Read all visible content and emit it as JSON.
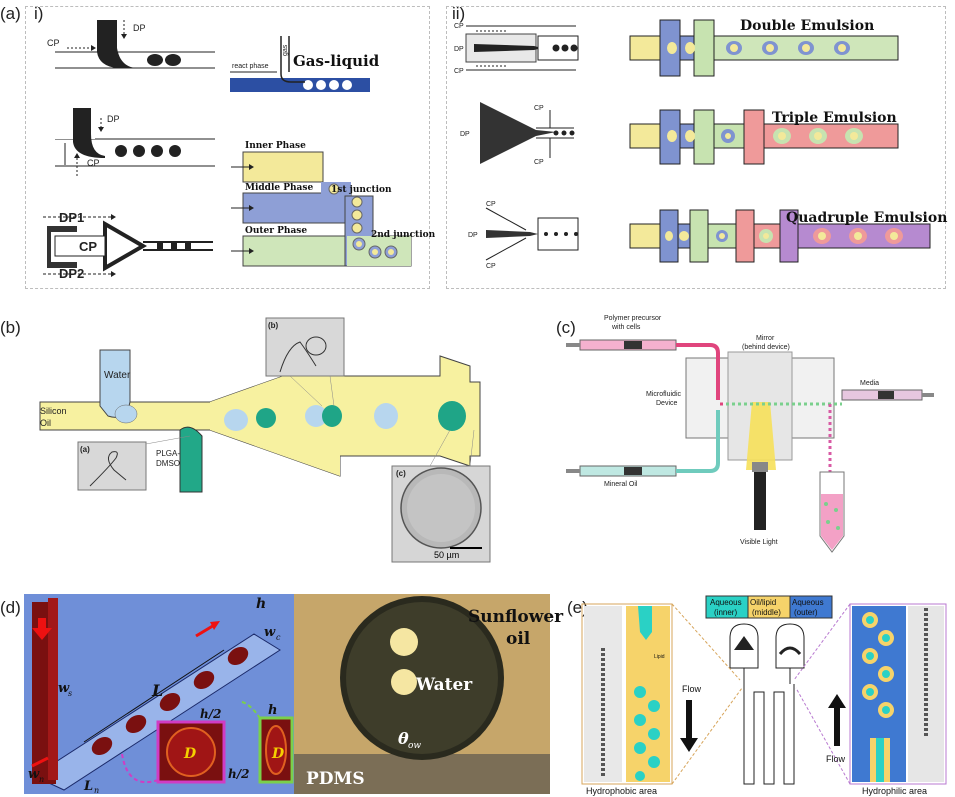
{
  "panel_a": {
    "label": "(a)",
    "sub_i": "i)",
    "sub_ii": "ii)",
    "i": {
      "cp": "CP",
      "dp": "DP",
      "dp1": "DP1",
      "dp2": "DP2",
      "gas_liquid": "Gas-liquid",
      "react_phase": "react phase",
      "gas": "gas",
      "inner_phase": "Inner Phase",
      "middle_phase": "Middle Phase",
      "outer_phase": "Outer Phase",
      "junction1": "1st junction",
      "junction2": "2nd junction"
    },
    "ii": {
      "cp": "CP",
      "dp": "DP",
      "double": "Double Emulsion",
      "triple": "Triple Emulsion",
      "quadruple": "Quadruple Emulsion"
    }
  },
  "panel_b": {
    "label": "(b)",
    "water": "Water",
    "silicon_oil_1": "Silicon",
    "silicon_oil_2": "Oil",
    "plga_1": "PLGA-",
    "plga_2": "DMSO",
    "inset_a": "(a)",
    "inset_b": "(b)",
    "inset_c": "(c)",
    "scale": "50 µm"
  },
  "panel_c": {
    "label": "(c)",
    "polymer_1": "Polymer precursor",
    "polymer_2": "with cells",
    "mirror_1": "Mirror",
    "mirror_2": "(behind device)",
    "device_1": "Microfluidic",
    "device_2": "Device",
    "media": "Media",
    "mineral_oil": "Mineral Oil",
    "visible_light": "Visible Light"
  },
  "panel_d": {
    "label": "(d)",
    "h": "h",
    "wc": "w",
    "wc_sub": "c",
    "ws": "w",
    "ws_sub": "s",
    "L": "L",
    "h2": "h/2",
    "D": "D",
    "wn": "w",
    "wn_sub": "n",
    "Ln": "L",
    "Ln_sub": "n",
    "sunflower_1": "Sunflower",
    "sunflower_2": "oil",
    "water": "Water",
    "theta": "θ",
    "theta_sub": "ow",
    "pdms": "PDMS"
  },
  "panel_e": {
    "label": "(e)",
    "aq_inner_1": "Aqueous",
    "aq_inner_2": "(inner)",
    "oil_1": "Oil/lipid",
    "oil_2": "(middle)",
    "aq_outer_1": "Aqueous",
    "aq_outer_2": "(outer)",
    "flow_left": "Flow",
    "flow_right": "Flow",
    "lipid": "Lipid",
    "hydrophobic": "Hydrophobic area",
    "hydrophilic": "Hydrophilic area"
  },
  "colors": {
    "blue": "#7f93d0",
    "yellow": "#f5eaa0",
    "green": "#c7e3b0",
    "red": "#ef9a9a",
    "purple": "#b68ad0",
    "dark_red": "#7a1010",
    "teal": "#1fa587",
    "cyan": "#2ad1c5"
  }
}
